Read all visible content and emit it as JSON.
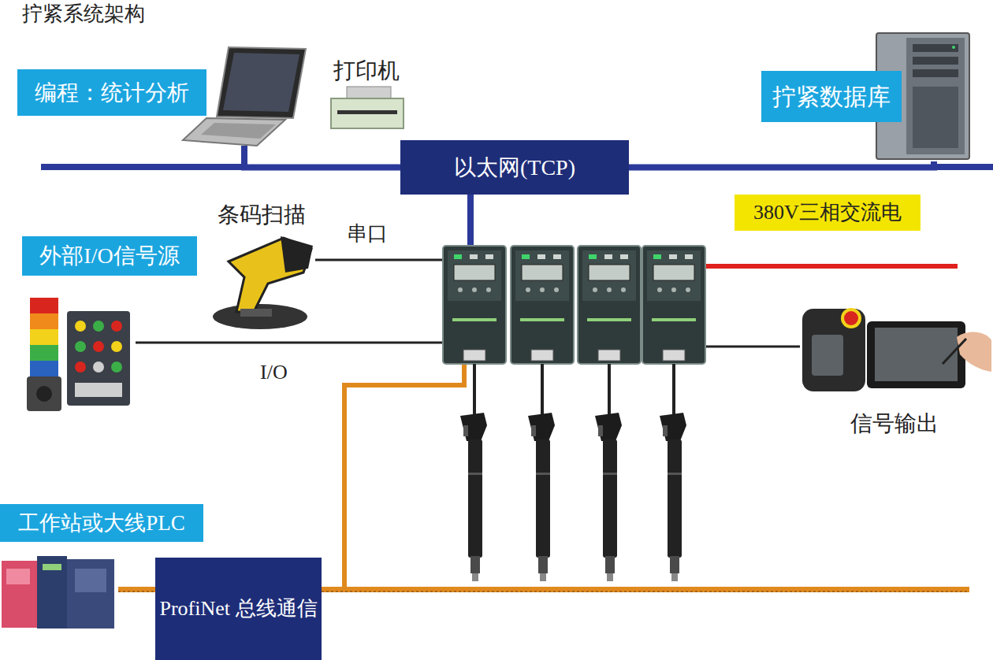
{
  "diagram": {
    "title": "拧紧系统架构",
    "nodes": [
      {
        "text": [
          "编程：统计分析"
        ]
      },
      {
        "text": [
          "打印机"
        ]
      },
      {
        "text": [
          "以太网(TCP)"
        ]
      },
      {
        "text": [
          "拧紧数据库"
        ]
      },
      {
        "text": [
          "380V三相交流电"
        ]
      },
      {
        "text": [
          "条码扫描"
        ]
      },
      {
        "text": [
          "外部I/O信号源"
        ]
      },
      {
        "text": [
          "信号输出"
        ]
      },
      {
        "text": [
          "工作站或大线PLC"
        ]
      },
      {
        "text": [
          "ProfiNet 总线通信"
        ]
      }
    ],
    "edges": [
      {
        "from": 0,
        "to": 2,
        "arrow": "none"
      },
      {
        "from": 3,
        "to": 2,
        "arrow": "none"
      }
    ],
    "labels": [
      "串口",
      "I/O"
    ]
  }
}
